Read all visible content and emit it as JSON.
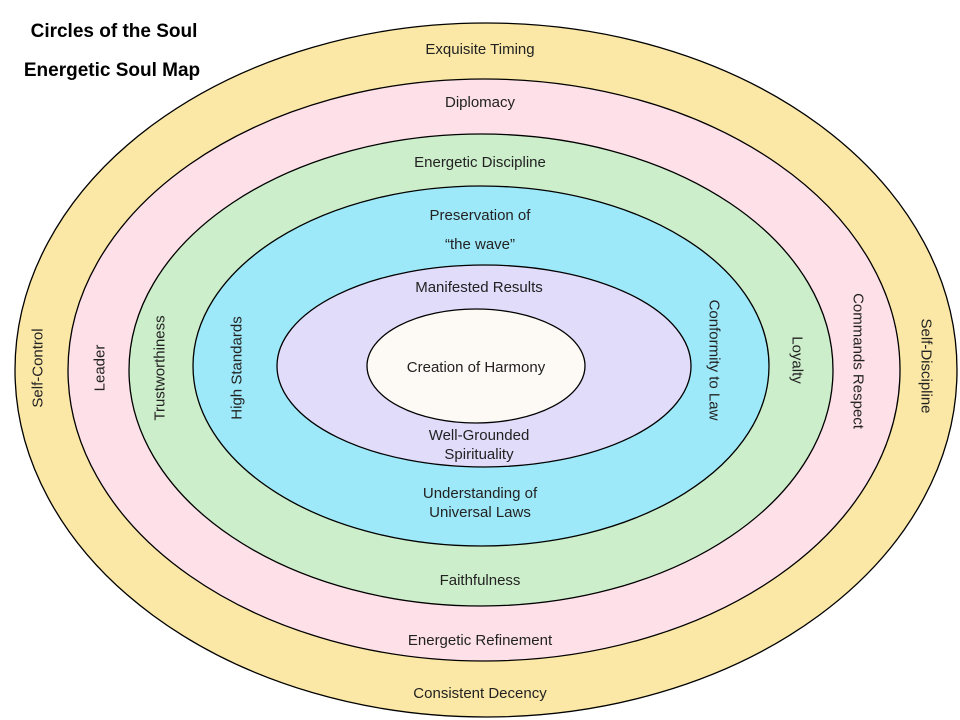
{
  "title_line1": "Circles of the Soul",
  "title_line2": "Energetic Soul Map",
  "rings": [
    {
      "color": "#fbe8a6",
      "top": "Exquisite Timing",
      "bottom": "Consistent Decency",
      "left": "Self-Control",
      "right": "Self-Discipline"
    },
    {
      "color": "#fde0e8",
      "top": "Diplomacy",
      "bottom": "Energetic Refinement",
      "left": "Leader",
      "right": "Commands Respect"
    },
    {
      "color": "#cdeecb",
      "top": "Energetic Discipline",
      "bottom": "Faithfulness",
      "left": "Trustworthiness",
      "right": "Loyalty"
    },
    {
      "color": "#9ee9f9",
      "top_line1": "Preservation of",
      "top_line2": "“the wave”",
      "bottom_line1": "Understanding of",
      "bottom_line2": "Universal Laws",
      "left": "High Standards",
      "right": "Conformity to Law"
    },
    {
      "color": "#e0dcfa",
      "top": "Manifested Results",
      "bottom_line1": "Well-Grounded",
      "bottom_line2": "Spirituality"
    },
    {
      "color": "#fdf9f4",
      "center": "Creation of Harmony"
    }
  ]
}
